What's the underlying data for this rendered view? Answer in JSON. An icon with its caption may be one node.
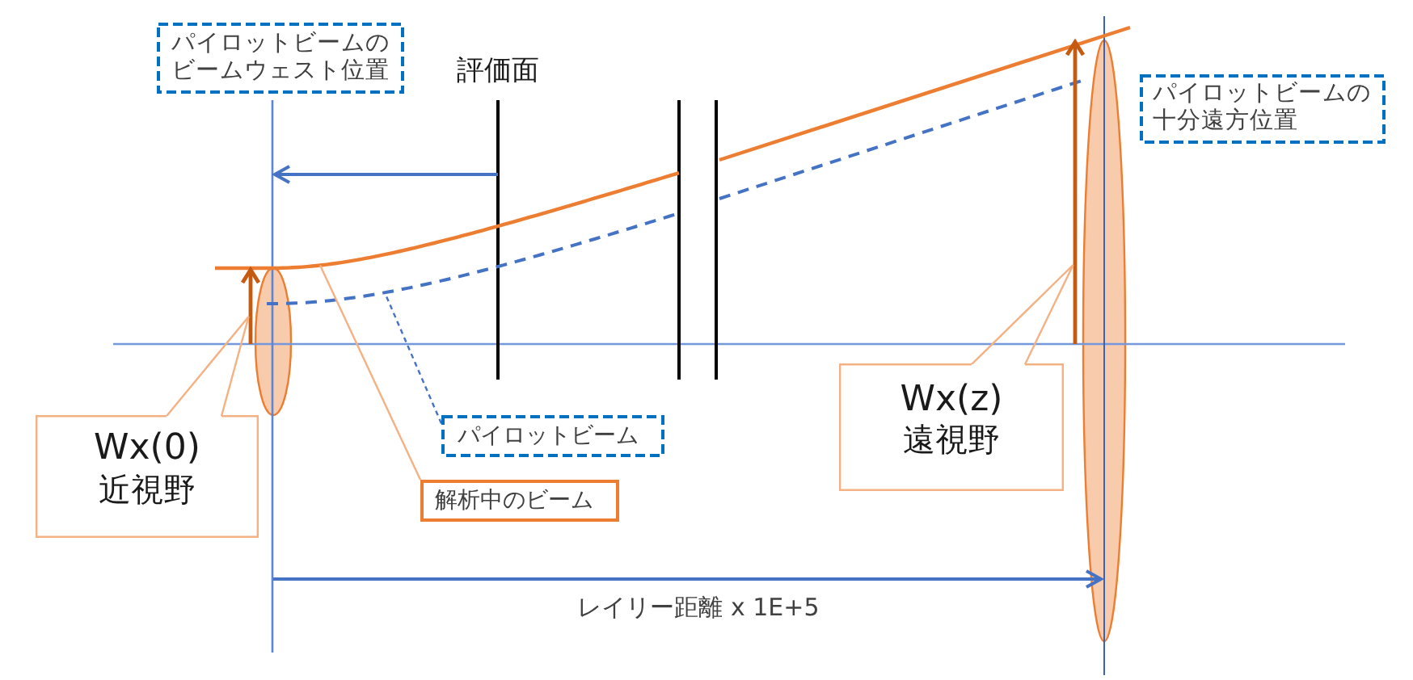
{
  "diagram": {
    "nodes": [
      {
        "text": [
          "パイロットビームのビームウェスト位置"
        ]
      },
      {
        "text": [
          "パイロットビームの十分遠方位置"
        ]
      },
      {
        "text": [],
        "shape": "curve"
      },
      {
        "text": [],
        "shape": "curve"
      },
      {
        "text": [],
        "shape": "arrow"
      },
      {
        "text": [],
        "shape": "arrow"
      },
      {
        "text": [],
        "shape": "ellipse"
      },
      {
        "text": [],
        "shape": "ellipse"
      },
      {
        "text": [
          "Wx(0)",
          "近視野"
        ]
      },
      {
        "text": [
          "Wx(z)",
          "遠視野"
        ]
      },
      {
        "text": [
          "パイロットビーム"
        ]
      },
      {
        "text": [
          "解析中のビーム"
        ]
      }
    ],
    "edges": [
      {
        "from": 8,
        "to": 4,
        "arrow": "none"
      },
      {
        "from": 9,
        "to": 5,
        "arrow": "none"
      },
      {
        "from": 10,
        "to": 3,
        "arrow": "none",
        "style": "dashed",
        "color": "#4472c4"
      },
      {
        "from": 11,
        "to": 2,
        "arrow": "none"
      }
    ],
    "labels": [
      "評価面",
      "レイリー距離 x 1E+5"
    ]
  }
}
